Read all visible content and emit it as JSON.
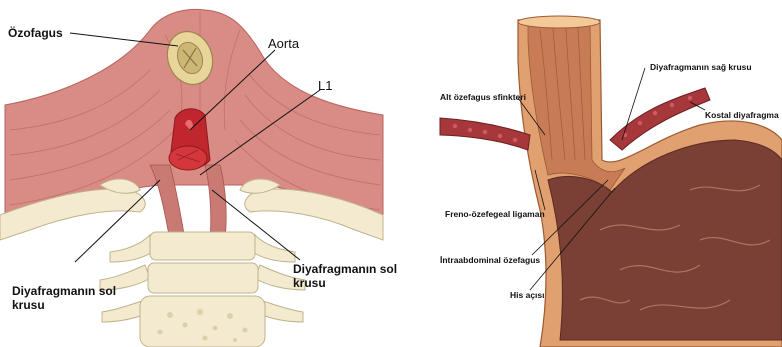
{
  "left_panel": {
    "labels": {
      "ozofagus": "Özofagus",
      "aorta": "Aorta",
      "l1": "L1",
      "sol_krus_left_line1": "Diyafragmanın sol",
      "sol_krus_left_line2": "krusu",
      "sol_krus_right_line1": "Diyafragmanın sol",
      "sol_krus_right_line2": "krusu"
    }
  },
  "right_panel": {
    "labels": {
      "sag_krus": "Diyafragmanın sağ krusu",
      "alt_sfinkter": "Alt özefagus sfinkteri",
      "kostal": "Kostal diyafragma",
      "freno": "Freno-özefegeal ligaman",
      "intraabdominal": "İntraabdominal özefagus",
      "his": "His açısı"
    }
  },
  "colors": {
    "muscle": "#d98b85",
    "muscle_dark": "#b8625c",
    "bone": "#f3ead0",
    "aorta": "#c0272d",
    "stomach": "#7a3f35",
    "stomach_wall": "#e0a070"
  }
}
